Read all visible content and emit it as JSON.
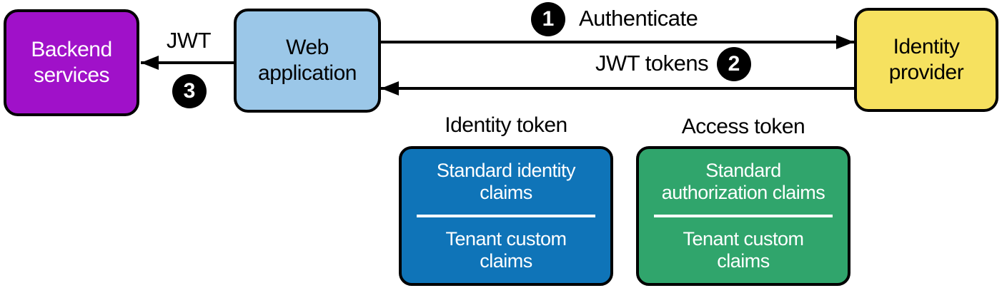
{
  "diagram": {
    "nodes": {
      "backend": {
        "label": "Backend\nservices"
      },
      "web_app": {
        "label": "Web\napplication"
      },
      "identity_provider": {
        "label": "Identity\nprovider"
      }
    },
    "flows": [
      {
        "step": "1",
        "label": "Authenticate"
      },
      {
        "step": "2",
        "label": "JWT tokens"
      },
      {
        "step": "3",
        "label": "JWT"
      }
    ],
    "tokens": [
      {
        "title": "Identity token",
        "top_claims": "Standard identity\nclaims",
        "bottom_claims": "Tenant custom\nclaims"
      },
      {
        "title": "Access token",
        "top_claims": "Standard\nauthorization claims",
        "bottom_claims": "Tenant custom\nclaims"
      }
    ],
    "colors": {
      "backend_fill": "#A011C9",
      "web_app_fill": "#9BC7E8",
      "identity_provider_fill": "#F6E15F",
      "identity_token_fill": "#0F74B8",
      "access_token_fill": "#30A56C",
      "step_badge_fill": "#000000",
      "arrow_color": "#000000"
    }
  }
}
